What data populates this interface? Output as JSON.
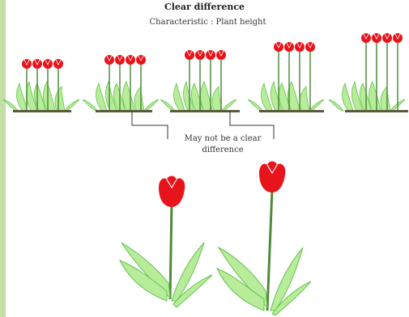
{
  "title": "Clear difference",
  "subtitle": "Characteristic :  Plant height",
  "note_line1": "May not be a clear",
  "note_line2": "difference",
  "colors": {
    "petal": "#e8141b",
    "petal_dark": "#b30f14",
    "leaf_fill": "#b8ec9a",
    "leaf_stroke": "#62c44c",
    "stem": "#4f8a3a",
    "soil": "#5a5a3a",
    "left_strip": "#c3dfa6"
  },
  "icons": [
    "tulip-group-icon",
    "tulip-icon"
  ]
}
